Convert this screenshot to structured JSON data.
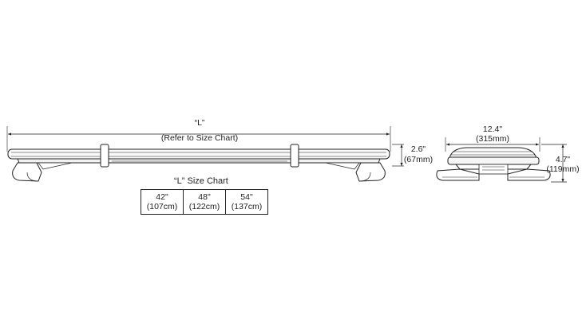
{
  "front_view": {
    "length_label": "“L”",
    "length_note": "(Refer to Size Chart)",
    "height_in": "2.6\"",
    "height_mm": "(67mm)"
  },
  "side_view": {
    "depth_in": "12.4\"",
    "depth_mm": "(315mm)",
    "height_in": "4.7\"",
    "height_mm": "(119mm)"
  },
  "size_chart": {
    "title": "“L” Size Chart",
    "sizes": [
      {
        "inches": "42\"",
        "mm": "(107cm)"
      },
      {
        "inches": "48\"",
        "mm": "(122cm)"
      },
      {
        "inches": "54\"",
        "mm": "(137cm)"
      }
    ]
  }
}
